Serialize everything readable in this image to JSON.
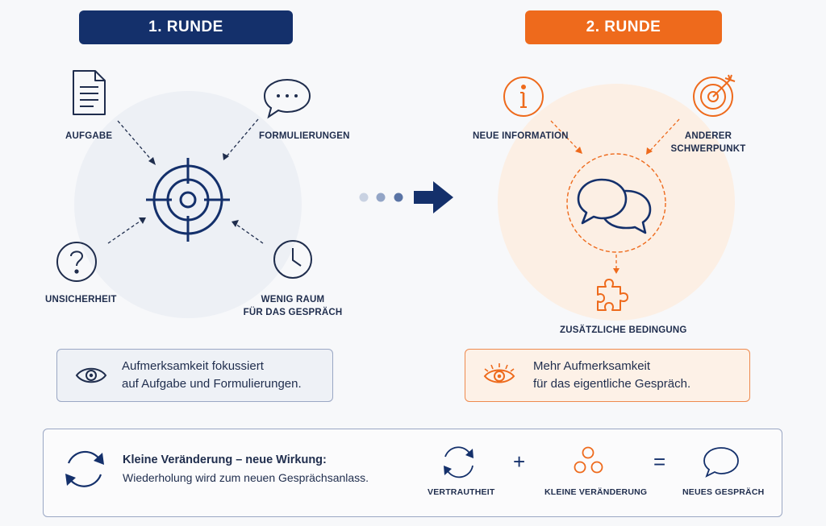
{
  "round1": {
    "title": "1. RUNDE",
    "items": {
      "task": "AUFGABE",
      "phrasing": "FORMULIERUNGEN",
      "uncertainty": "UNSICHERHEIT",
      "little_room_line1": "WENIG RAUM",
      "little_room_line2": "FÜR DAS GESPRÄCH"
    },
    "note_line1": "Aufmerksamkeit fokussiert",
    "note_line2": "auf Aufgabe und Formulierungen."
  },
  "round2": {
    "title": "2. RUNDE",
    "items": {
      "new_info": "NEUE INFORMATION",
      "focus_line1": "ANDERER",
      "focus_line2": "SCHWERPUNKT",
      "condition": "ZUSÄTZLICHE BEDINGUNG"
    },
    "note_line1": "Mehr Aufmerksamkeit",
    "note_line2": "für das eigentliche Gespräch."
  },
  "summary": {
    "title": "Kleine Veränderung – neue Wirkung:",
    "text": "Wiederholung wird zum neuen Gesprächsanlass.",
    "plus": "+",
    "equals": "=",
    "familiarity": "VERTRAUTHEIT",
    "small_change": "KLEINE VERÄNDERUNG",
    "new_conversation": "NEUES GESPRÄCH"
  },
  "colors": {
    "navy": "#14306b",
    "orange": "#ee6a1c",
    "navy_circle": "#eef1f6",
    "orange_circle": "#fdf1e7"
  },
  "icons": [
    "document-icon",
    "speech-bubble-icon",
    "target-icon",
    "question-icon",
    "clock-icon",
    "arrow-right-icon",
    "info-icon",
    "bullseye-icon",
    "chat-bubbles-icon",
    "puzzle-icon",
    "eye-icon",
    "refresh-icon",
    "circles-icon"
  ]
}
